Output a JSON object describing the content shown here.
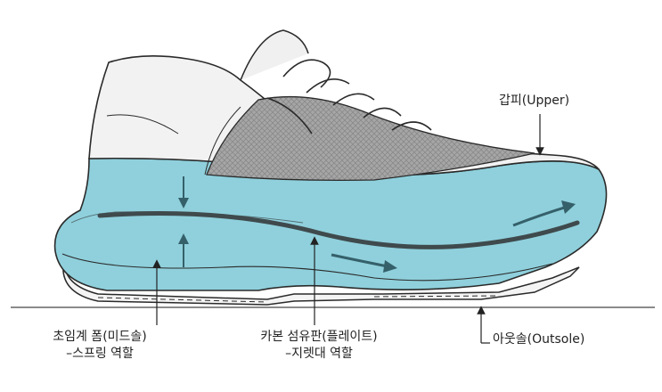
{
  "labels": {
    "upper": "갑피(Upper)",
    "midsole_line1": "초임계 폼(미드솔)",
    "midsole_line2": "–스프링 역할",
    "plate_line1": "카본 섬유판(플레이트)",
    "plate_line2": "–지렛대 역할",
    "outsole": "아웃솔(Outsole)"
  },
  "colors": {
    "midsole": "#8fd0dc",
    "midsole_dark": "#79c1cf",
    "outline": "#2a2a2a",
    "mesh": "#9a9a9a",
    "plate": "#3f4a4d",
    "arrow": "#35606a"
  }
}
